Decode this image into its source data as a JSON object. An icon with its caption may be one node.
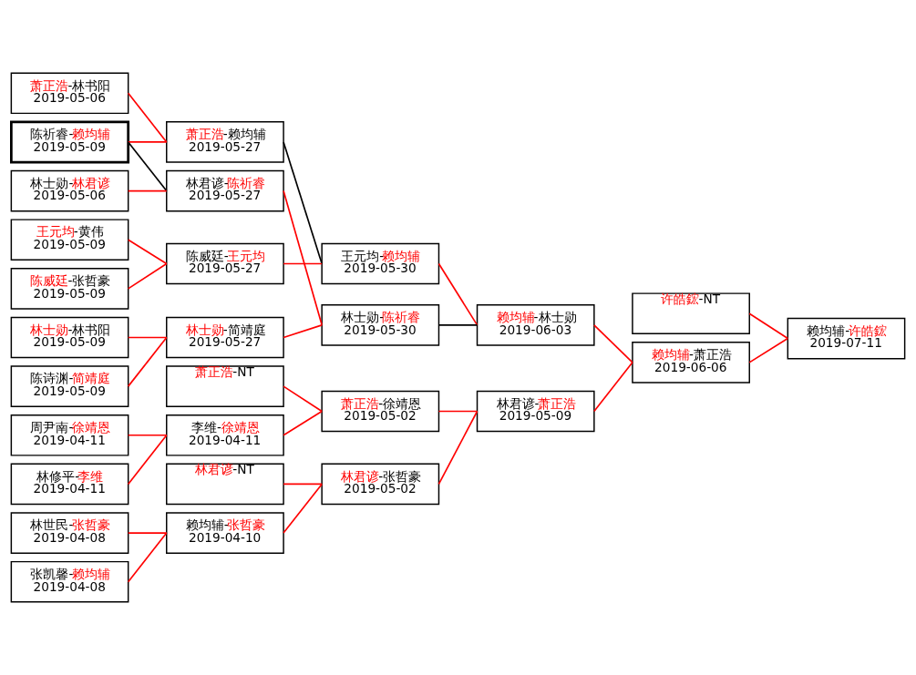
{
  "diagram": {
    "nodes": [
      {
        "text": [
          "萧正浩-林书阳",
          "2019-05-06"
        ]
      },
      {
        "text": [
          "陈祈睿-赖均辅",
          "2019-05-09"
        ]
      },
      {
        "text": [
          "王元均-黄伟",
          "2019-05-09"
        ]
      },
      {
        "text": [
          "陈威廷-张哲豪",
          "2019-05-09"
        ]
      },
      {
        "text": [
          "林士勋-林君谚",
          "2019-05-06"
        ]
      },
      {
        "text": [
          "林士勋-林书阳",
          "2019-05-09"
        ]
      },
      {
        "text": [
          "陈诗渊-简靖庭",
          "2019-05-09"
        ]
      },
      {
        "text": [
          "周尹南-徐靖恩",
          "2019-04-11"
        ]
      },
      {
        "text": [
          "林修平-李维",
          "2019-04-11"
        ]
      },
      {
        "text": [
          "林世民-张哲豪",
          "2019-04-08"
        ]
      },
      {
        "text": [
          "张凯馨-赖均辅",
          "2019-04-08"
        ]
      },
      {
        "text": [
          "萧正浩-赖均辅",
          "2019-05-27"
        ]
      },
      {
        "text": [
          "陈威廷-王元均",
          "2019-05-27"
        ]
      },
      {
        "text": [
          "林君谚-陈祈睿",
          "2019-05-27"
        ]
      },
      {
        "text": [
          "林士勋-简靖庭",
          "2019-05-27"
        ]
      },
      {
        "text": [
          "萧正浩-NT"
        ]
      },
      {
        "text": [
          "李维-徐靖恩",
          "2019-04-11"
        ]
      },
      {
        "text": [
          "林君谚-NT"
        ]
      },
      {
        "text": [
          "赖均辅-张哲豪",
          "2019-04-10"
        ]
      },
      {
        "text": [
          "王元均-赖均辅",
          "2019-05-30"
        ]
      },
      {
        "text": [
          "林士勋-陈祈睿",
          "2019-05-30"
        ]
      },
      {
        "text": [
          "萧正浩-徐靖恩",
          "2019-05-02"
        ]
      },
      {
        "text": [
          "林君谚-张哲豪",
          "2019-05-02"
        ]
      },
      {
        "text": [
          "赖均辅-林士勋",
          "2019-06-03"
        ]
      },
      {
        "text": [
          "林君谚-萧正浩",
          "2019-05-09"
        ]
      },
      {
        "text": [
          "许皓鋐-NT"
        ]
      },
      {
        "text": [
          "赖均辅-萧正浩",
          "2019-06-06"
        ]
      },
      {
        "text": [
          "赖均辅-许皓鋐",
          "2019-07-11"
        ]
      }
    ],
    "edges": [
      {
        "from": 0,
        "to": 11,
        "arrow": "none"
      },
      {
        "from": 1,
        "to": 11,
        "arrow": "none"
      },
      {
        "from": 1,
        "to": 13,
        "arrow": "none",
        "color": "#000000"
      },
      {
        "from": 2,
        "to": 12,
        "arrow": "none"
      },
      {
        "from": 3,
        "to": 12,
        "arrow": "none"
      },
      {
        "from": 4,
        "to": 13,
        "arrow": "none"
      },
      {
        "from": 5,
        "to": 14,
        "arrow": "none"
      },
      {
        "from": 6,
        "to": 14,
        "arrow": "none"
      },
      {
        "from": 7,
        "to": 16,
        "arrow": "none"
      },
      {
        "from": 8,
        "to": 16,
        "arrow": "none"
      },
      {
        "from": 9,
        "to": 18,
        "arrow": "none"
      },
      {
        "from": 10,
        "to": 18,
        "arrow": "none"
      },
      {
        "from": 11,
        "to": 19,
        "arrow": "none",
        "color": "#000000"
      },
      {
        "from": 12,
        "to": 19,
        "arrow": "none"
      },
      {
        "from": 13,
        "to": 20,
        "arrow": "none"
      },
      {
        "from": 14,
        "to": 20,
        "arrow": "none"
      },
      {
        "from": 15,
        "to": 21,
        "arrow": "none"
      },
      {
        "from": 16,
        "to": 21,
        "arrow": "none"
      },
      {
        "from": 17,
        "to": 22,
        "arrow": "none"
      },
      {
        "from": 18,
        "to": 22,
        "arrow": "none"
      },
      {
        "from": 19,
        "to": 23,
        "arrow": "none"
      },
      {
        "from": 20,
        "to": 23,
        "arrow": "none",
        "color": "#000000"
      },
      {
        "from": 21,
        "to": 24,
        "arrow": "none"
      },
      {
        "from": 22,
        "to": 24,
        "arrow": "none"
      },
      {
        "from": 23,
        "to": 26,
        "arrow": "none"
      },
      {
        "from": 24,
        "to": 26,
        "arrow": "none"
      },
      {
        "from": 25,
        "to": 27,
        "arrow": "none"
      },
      {
        "from": 26,
        "to": 27,
        "arrow": "none"
      }
    ]
  }
}
